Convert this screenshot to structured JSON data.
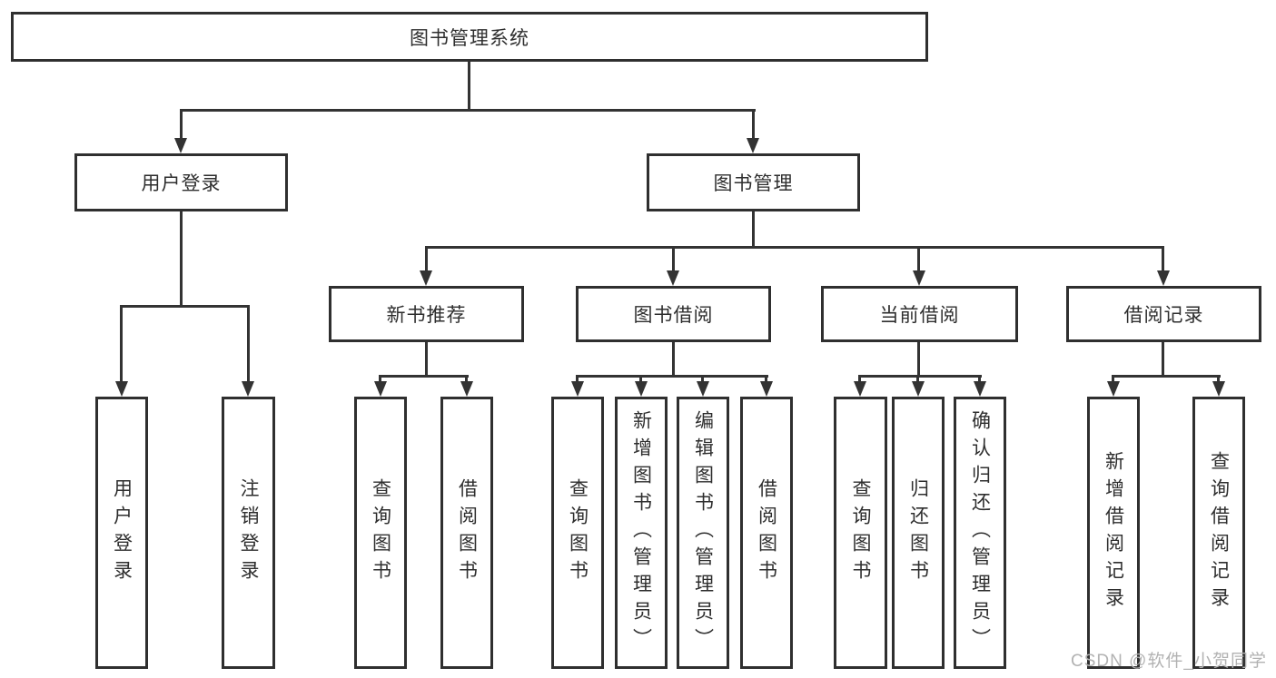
{
  "page": {
    "background": "#ffffff"
  },
  "colors": {
    "line": "#333333",
    "border": "#2f2f2f",
    "text": "#2e2e2e",
    "watermark": "#b2b2b2"
  },
  "watermark": {
    "text": "CSDN @软件_小贺同学"
  },
  "diagram": {
    "type": "hierarchy",
    "title": "图书管理系统",
    "nodes": [
      {
        "id": "root",
        "label": "图书管理系统",
        "parent": null
      },
      {
        "id": "user-login",
        "label": "用户登录",
        "parent": "root"
      },
      {
        "id": "book-mgmt",
        "label": "图书管理",
        "parent": "root"
      },
      {
        "id": "leaf-user-login",
        "label": "用户登录",
        "parent": "user-login"
      },
      {
        "id": "leaf-logout",
        "label": "注销登录",
        "parent": "user-login"
      },
      {
        "id": "new-book-rec",
        "label": "新书推荐",
        "parent": "book-mgmt"
      },
      {
        "id": "book-borrow",
        "label": "图书借阅",
        "parent": "book-mgmt"
      },
      {
        "id": "current-borrow",
        "label": "当前借阅",
        "parent": "book-mgmt"
      },
      {
        "id": "borrow-record",
        "label": "借阅记录",
        "parent": "book-mgmt"
      },
      {
        "id": "leaf-query-book-new",
        "label": "查询图书",
        "parent": "new-book-rec"
      },
      {
        "id": "leaf-borrow-book-new",
        "label": "借阅图书",
        "parent": "new-book-rec"
      },
      {
        "id": "leaf-query-book-borrow",
        "label": "查询图书",
        "parent": "book-borrow"
      },
      {
        "id": "leaf-add-book-admin",
        "label": "新增图书（管理员）",
        "parent": "book-borrow"
      },
      {
        "id": "leaf-edit-book-admin",
        "label": "编辑图书（管理员）",
        "parent": "book-borrow"
      },
      {
        "id": "leaf-borrow-book-borrow",
        "label": "借阅图书",
        "parent": "book-borrow"
      },
      {
        "id": "leaf-query-book-current",
        "label": "查询图书",
        "parent": "current-borrow"
      },
      {
        "id": "leaf-return-book",
        "label": "归还图书",
        "parent": "current-borrow"
      },
      {
        "id": "leaf-confirm-return-admin",
        "label": "确认归还（管理员）",
        "parent": "current-borrow"
      },
      {
        "id": "leaf-add-borrow-record",
        "label": "新增借阅记录",
        "parent": "borrow-record"
      },
      {
        "id": "leaf-query-borrow-record",
        "label": "查询借阅记录",
        "parent": "borrow-record"
      }
    ]
  }
}
